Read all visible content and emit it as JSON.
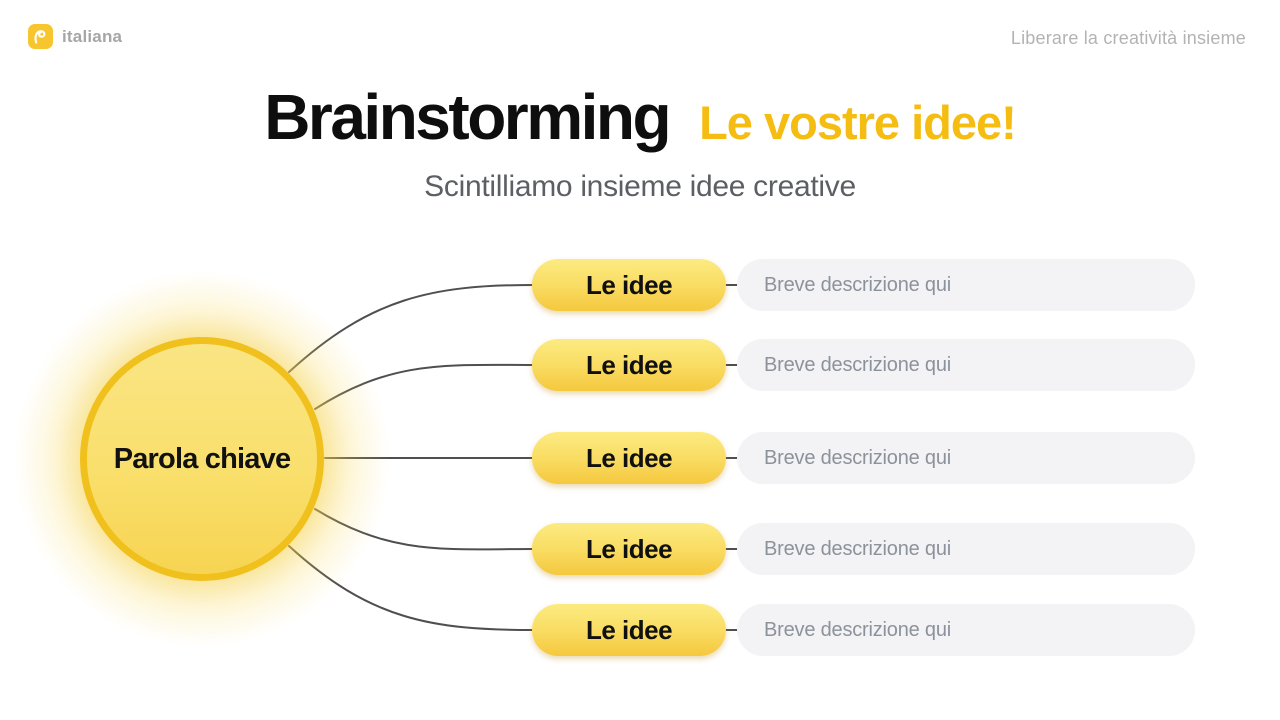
{
  "brand": {
    "name": "italiana",
    "tagline": "Liberare la creatività insieme"
  },
  "header": {
    "title": "Brainstorming",
    "accent": "Le vostre idee!",
    "subtitle": "Scintilliamo insieme idee creative"
  },
  "mindmap": {
    "keyword": "Parola chiave",
    "branches": [
      {
        "label": "Le idee",
        "description": "Breve descrizione qui"
      },
      {
        "label": "Le idee",
        "description": "Breve descrizione qui"
      },
      {
        "label": "Le idee",
        "description": "Breve descrizione qui"
      },
      {
        "label": "Le idee",
        "description": "Breve descrizione qui"
      },
      {
        "label": "Le idee",
        "description": "Breve descrizione qui"
      }
    ]
  },
  "colors": {
    "accent_yellow": "#F5BD12",
    "logo_yellow": "#F7C52E",
    "circle_border": "#F0C01D",
    "circle_fill_top": "#FAE584",
    "circle_fill_bottom": "#F7D452",
    "pill_top": "#FCEB82",
    "pill_bottom": "#F5C83E",
    "connector_gray": "#4F4F4F",
    "description_bg": "#F3F3F6",
    "description_text": "#8C929B",
    "subtitle_gray": "#5C5F64",
    "tagline_gray": "#B3B3B5"
  }
}
